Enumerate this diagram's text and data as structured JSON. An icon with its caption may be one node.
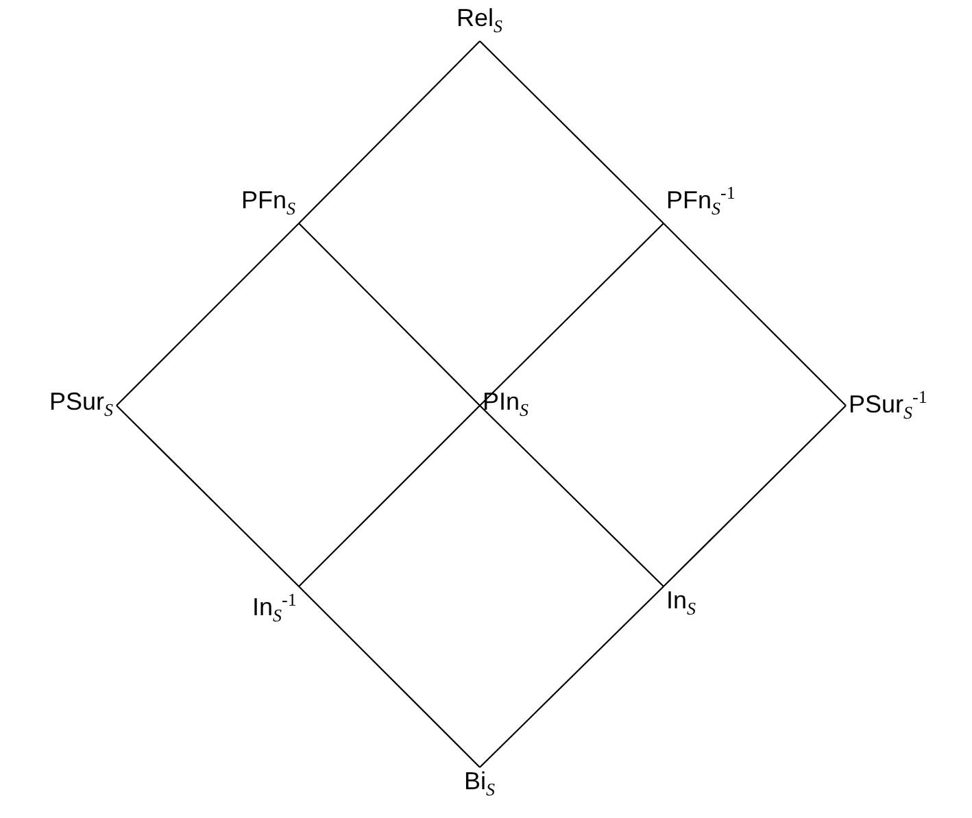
{
  "diagram": {
    "nodes": [
      {
        "text": [
          "Rel$_{S}$"
        ]
      },
      {
        "text": [
          "PFn$_{S}$"
        ]
      },
      {
        "text": [
          "PFn$_{S}$$^{-1}$"
        ]
      },
      {
        "text": [
          "PSur$_{S}$"
        ]
      },
      {
        "text": [
          "PIn$_{S}$"
        ]
      },
      {
        "text": [
          "PSur$_{S}$$^{-1}$"
        ]
      },
      {
        "text": [
          "In$_{S}$$^{-1}$"
        ]
      },
      {
        "text": [
          "In$_{S}$"
        ]
      },
      {
        "text": [
          "Bi$_{S}$"
        ]
      }
    ],
    "edges": [
      {
        "from": 0,
        "to": 1,
        "arrow": "none"
      },
      {
        "from": 0,
        "to": 2,
        "arrow": "none"
      },
      {
        "from": 1,
        "to": 3,
        "arrow": "none"
      },
      {
        "from": 1,
        "to": 4,
        "arrow": "none"
      },
      {
        "from": 2,
        "to": 4,
        "arrow": "none"
      },
      {
        "from": 2,
        "to": 5,
        "arrow": "none"
      },
      {
        "from": 3,
        "to": 6,
        "arrow": "none"
      },
      {
        "from": 4,
        "to": 6,
        "arrow": "none"
      },
      {
        "from": 4,
        "to": 7,
        "arrow": "none"
      },
      {
        "from": 5,
        "to": 7,
        "arrow": "none"
      },
      {
        "from": 6,
        "to": 8,
        "arrow": "none"
      },
      {
        "from": 7,
        "to": 8,
        "arrow": "none"
      }
    ]
  }
}
